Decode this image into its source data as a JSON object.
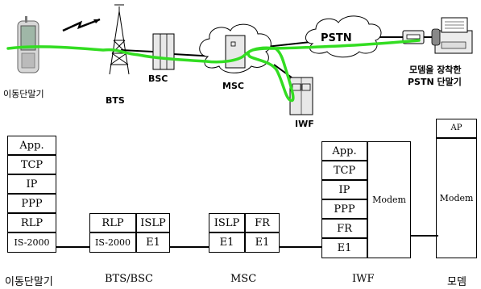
{
  "network": {
    "mobile_label": "이동단말기",
    "bts_label": "BTS",
    "bsc_label": "BSC",
    "msc_label": "MSC",
    "iwf_label": "IWF",
    "pstn_label": "PSTN",
    "terminal_label_line1": "모뎀을 장착한",
    "terminal_label_line2": "PSTN 단말기"
  },
  "stacks": {
    "mobile": [
      "App.",
      "TCP",
      "IP",
      "PPP",
      "RLP",
      "IS-2000"
    ],
    "bts_bsc": {
      "left": [
        "RLP",
        "IS-2000"
      ],
      "right": [
        "ISLP",
        "E1"
      ]
    },
    "msc": {
      "left": [
        "ISLP",
        "E1"
      ],
      "right": [
        "FR",
        "E1"
      ]
    },
    "iwf": {
      "left": [
        "App.",
        "TCP",
        "IP",
        "PPP",
        "FR",
        "E1"
      ],
      "right": "Modem"
    },
    "modem": {
      "top": "AP",
      "main": "Modem"
    }
  },
  "bottom_labels": [
    "이동단말기",
    "BTS/BSC",
    "MSC",
    "IWF",
    "모뎀"
  ],
  "colors": {
    "path": "#33dd22",
    "line": "#000000",
    "equipment": "#e8e8e8"
  }
}
